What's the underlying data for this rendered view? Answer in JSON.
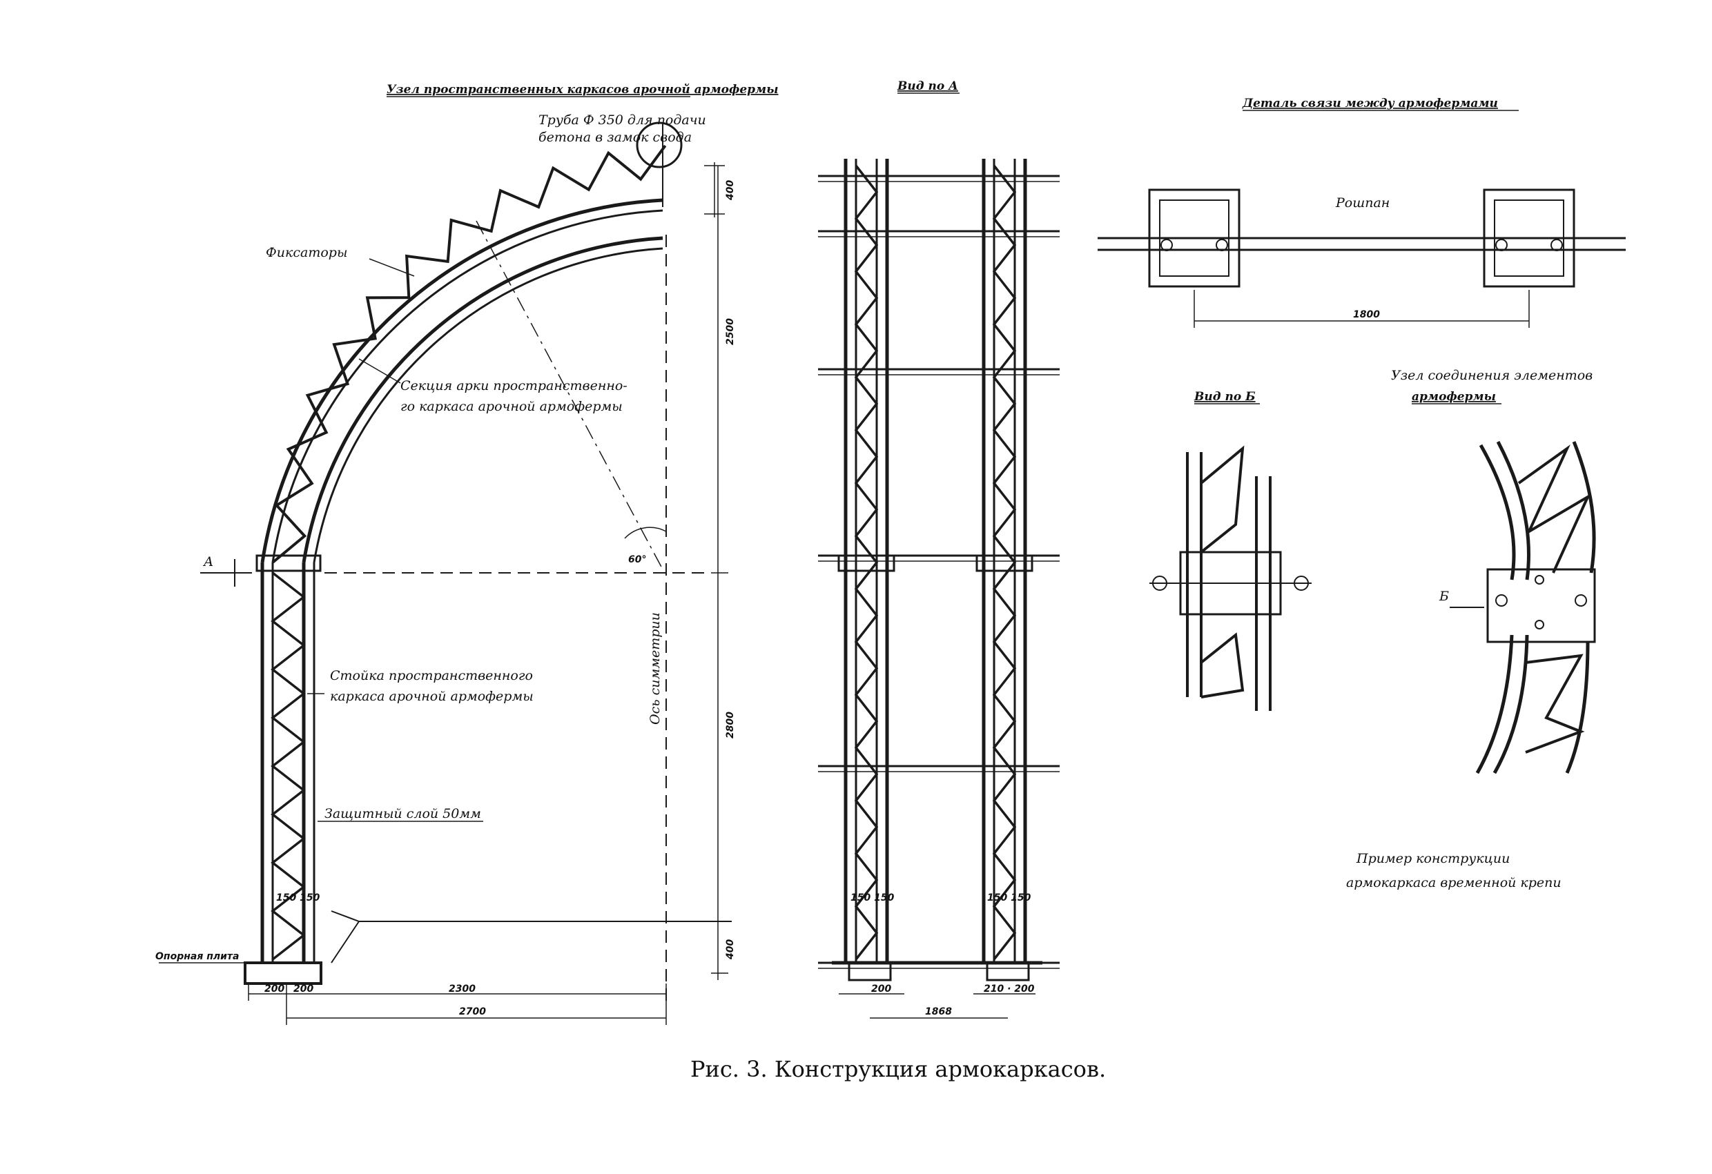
{
  "labels": {
    "arch_top_1": "Узел пространственных каркасов арочной армофермы",
    "arch_top_2": "Труба Ф 350 для подачи",
    "arch_top_3": "бетона в замок свода",
    "fixators": "Фиксаторы",
    "arch_section_1": "Секция арки пространственно-",
    "arch_section_2": "го каркаса арочной армофермы",
    "post_1": "Стойка пространственного",
    "post_2": "каркаса арочной армофермы",
    "cover_layer": "Защитный слой 50мм",
    "symmetry_axis": "Ось симметрии",
    "base_plate": "Опорная плита",
    "section_mark_a": "А",
    "section_mark_b": "Б",
    "angle": "60°",
    "view_a_title": "Вид по А",
    "detail_title": "Деталь связи между армофермами",
    "rod_label": "Рошпан",
    "view_b_title": "Вид по Б",
    "node_title_1": "Узел соединения элементов",
    "node_title_2": "армофермы",
    "example_1": "Пример конструкции",
    "example_2": "армокаркаса временной крепи"
  },
  "dimensions": {
    "d400_top": "400",
    "d2500_v": "2500",
    "d2800_v": "2800",
    "d400_bottom": "400",
    "d200": "200",
    "d200b": "200",
    "d2300": "2300",
    "d2700": "2700",
    "d150_left": "150 150",
    "d150_mid": "150 150",
    "d150_right": "150 150",
    "d1868": "1868",
    "d1800": "1800",
    "d200_va": "200",
    "d210_va": "210 · 200"
  },
  "caption": "Рис. 3. Конструкция армокаркасов."
}
